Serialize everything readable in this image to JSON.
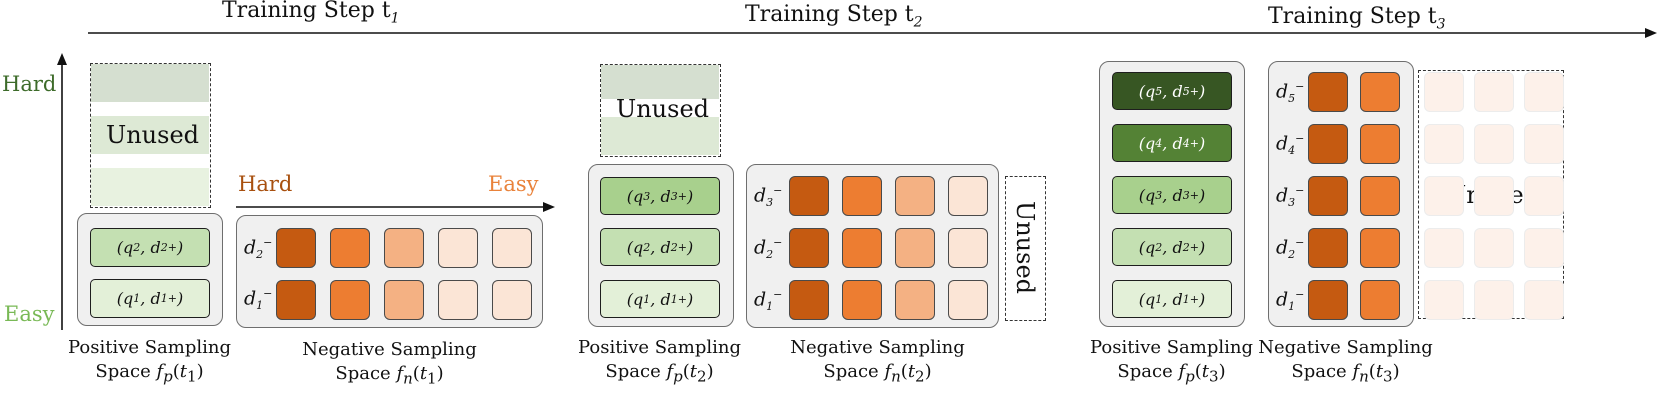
{
  "steps": [
    {
      "label": "Training Step t",
      "sub": "1"
    },
    {
      "label": "Training Step t",
      "sub": "2"
    },
    {
      "label": "Training Step t",
      "sub": "3"
    }
  ],
  "difficulty_axis": {
    "top": "Hard",
    "bottom": "Easy"
  },
  "negative_axis": {
    "left": "Hard",
    "right": "Easy"
  },
  "unused_label": "Unused",
  "pairs": {
    "q1": {
      "q": "q",
      "qs": "1",
      "d": "d",
      "ds": "1",
      "sup": "+"
    },
    "q2": {
      "q": "q",
      "qs": "2",
      "d": "d",
      "ds": "2",
      "sup": "+"
    },
    "q3": {
      "q": "q",
      "qs": "3",
      "d": "d",
      "ds": "3",
      "sup": "+"
    },
    "q4": {
      "q": "q",
      "qs": "4",
      "d": "d",
      "ds": "4",
      "sup": "+"
    },
    "q5": {
      "q": "q",
      "qs": "5",
      "d": "d",
      "ds": "5",
      "sup": "+"
    }
  },
  "neg_labels": {
    "d1": "1",
    "d2": "2",
    "d3": "3",
    "d4": "4",
    "d5": "5",
    "sup": "−",
    "d": "d"
  },
  "captions": {
    "pos_line1": "Positive Sampling",
    "neg_line1": "Negative Sampling",
    "space": "Space",
    "fp": "f",
    "fp_sub": "p",
    "fn_sub": "n",
    "t1": "1",
    "t2": "2",
    "t3": "3"
  },
  "colors": {
    "pos_light": "#e3f0d8",
    "pos_mid": "#c4e0b2",
    "pos_strong": "#a8d08d",
    "pos_dark": "#548235",
    "pos_darker": "#375623",
    "hard_text": "#3d6b2a",
    "easy_text": "#79b956",
    "neg_hard_text": "#a8500f",
    "neg_easy_text": "#e9823a",
    "neg1": "#c55a11",
    "neg2": "#ed7d31",
    "neg3": "#f4b183",
    "neg4": "#fbe5d6",
    "neg5": "#fbe5d6"
  }
}
